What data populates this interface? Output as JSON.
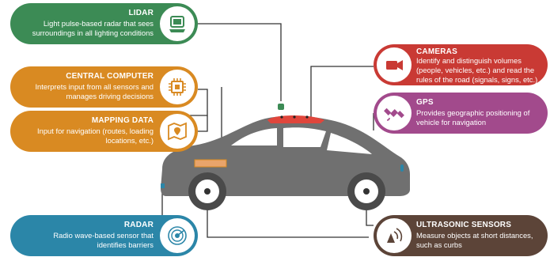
{
  "callouts": {
    "lidar": {
      "title": "LIDAR",
      "desc_lines": [
        "Light pulse-based radar that sees",
        "surroundings in all lighting conditions"
      ],
      "icon": "lidar-scanner-icon",
      "color": "#3c8b55"
    },
    "central_computer": {
      "title": "CENTRAL COMPUTER",
      "desc_lines": [
        "Interprets input from all sensors and",
        "manages driving decisions"
      ],
      "icon": "cpu-chip-icon",
      "color": "#d98a22"
    },
    "mapping_data": {
      "title": "MAPPING DATA",
      "desc_lines": [
        "Input for navigation (routes, loading",
        "locations, etc.)"
      ],
      "icon": "map-pin-icon",
      "color": "#d98a22"
    },
    "cameras": {
      "title": "CAMERAS",
      "desc_lines": [
        "Identify and distinguish volumes",
        "(people, vehicles, etc.) and read the",
        "rules of the road (signals, signs, etc.)"
      ],
      "icon": "video-camera-icon",
      "color": "#c93a34"
    },
    "gps": {
      "title": "GPS",
      "desc_lines": [
        "Provides geographic positioning of",
        "vehicle for navigation"
      ],
      "icon": "satellite-icon",
      "color": "#a24a8c"
    },
    "radar": {
      "title": "RADAR",
      "desc_lines": [
        "Radio wave-based sensor that",
        "identifies barriers"
      ],
      "icon": "radar-icon",
      "color": "#2b86a8"
    },
    "ultrasonic": {
      "title": "ULTRASONIC SENSORS",
      "desc_lines": [
        "Measure objects at short distances,",
        "such as curbs"
      ],
      "icon": "ultrasonic-waves-icon",
      "color": "#5c4438"
    }
  },
  "colors": {
    "car_body": "#707070",
    "car_window": "#ffffff",
    "roof_sensor": "#e0463c",
    "connector_line": "#333333",
    "tire": "#4a4a4a"
  }
}
